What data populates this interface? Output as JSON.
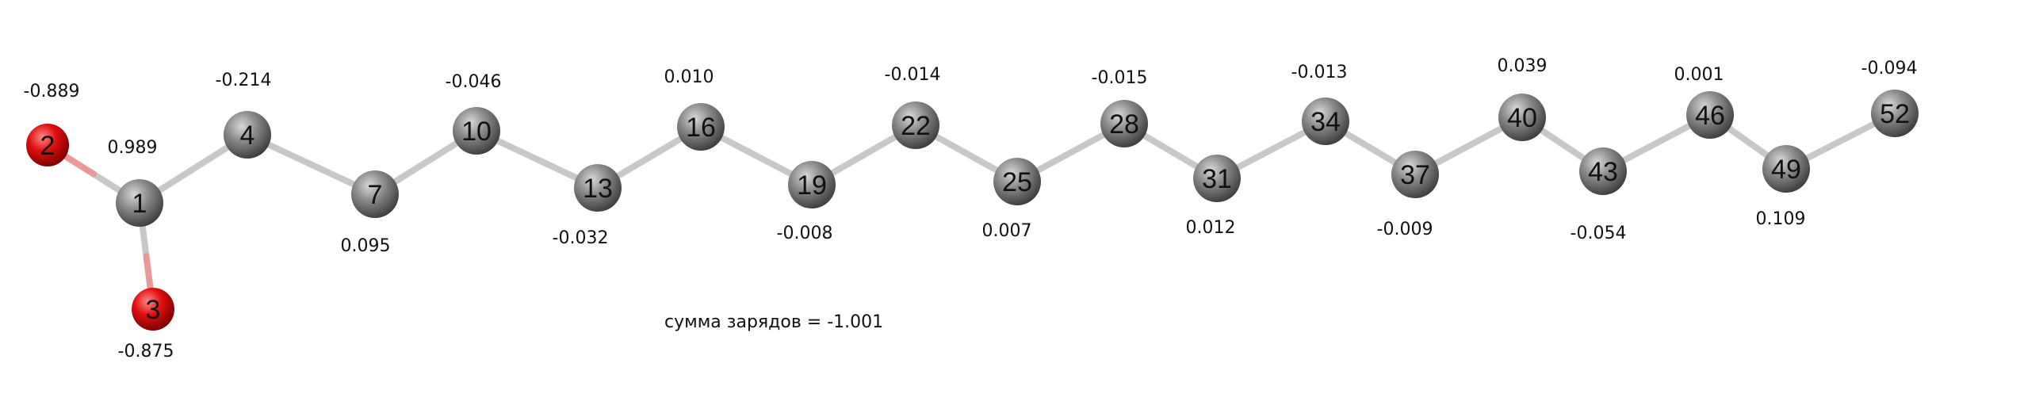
{
  "atoms": [
    {
      "id": "1",
      "element": "C",
      "charge": "0.989"
    },
    {
      "id": "2",
      "element": "O",
      "charge": "-0.889"
    },
    {
      "id": "3",
      "element": "O",
      "charge": "-0.875"
    },
    {
      "id": "4",
      "element": "C",
      "charge": "-0.214"
    },
    {
      "id": "7",
      "element": "C",
      "charge": "0.095"
    },
    {
      "id": "10",
      "element": "C",
      "charge": "-0.046"
    },
    {
      "id": "13",
      "element": "C",
      "charge": "-0.032"
    },
    {
      "id": "16",
      "element": "C",
      "charge": "0.010"
    },
    {
      "id": "19",
      "element": "C",
      "charge": "-0.008"
    },
    {
      "id": "22",
      "element": "C",
      "charge": "-0.014"
    },
    {
      "id": "25",
      "element": "C",
      "charge": "0.007"
    },
    {
      "id": "28",
      "element": "C",
      "charge": "-0.015"
    },
    {
      "id": "31",
      "element": "C",
      "charge": "0.012"
    },
    {
      "id": "34",
      "element": "C",
      "charge": "-0.013"
    },
    {
      "id": "37",
      "element": "C",
      "charge": "-0.009"
    },
    {
      "id": "40",
      "element": "C",
      "charge": "0.039"
    },
    {
      "id": "43",
      "element": "C",
      "charge": "-0.054"
    },
    {
      "id": "46",
      "element": "C",
      "charge": "0.001"
    },
    {
      "id": "49",
      "element": "C",
      "charge": "0.109"
    },
    {
      "id": "52",
      "element": "C",
      "charge": "-0.094"
    }
  ],
  "bonds": [
    [
      "1",
      "2"
    ],
    [
      "1",
      "3"
    ],
    [
      "1",
      "4"
    ],
    [
      "4",
      "7"
    ],
    [
      "7",
      "10"
    ],
    [
      "10",
      "13"
    ],
    [
      "13",
      "16"
    ],
    [
      "16",
      "19"
    ],
    [
      "19",
      "22"
    ],
    [
      "22",
      "25"
    ],
    [
      "25",
      "28"
    ],
    [
      "28",
      "31"
    ],
    [
      "31",
      "34"
    ],
    [
      "34",
      "37"
    ],
    [
      "37",
      "40"
    ],
    [
      "40",
      "43"
    ],
    [
      "43",
      "46"
    ],
    [
      "46",
      "49"
    ],
    [
      "49",
      "52"
    ]
  ],
  "colors": {
    "carbon": "#7a7a7a",
    "oxygen": "#e01010",
    "bond": "#c8c8c8"
  },
  "summary": {
    "charge_sum": "сумма зарядов = -1.001"
  }
}
